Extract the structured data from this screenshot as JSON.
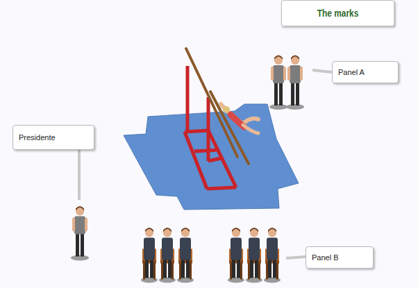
{
  "diagram": {
    "nodes": [
      {
        "text": [
          "The marks"
        ]
      },
      {
        "text": [
          "Panel A"
        ]
      },
      {
        "text": [
          "Presidente"
        ]
      },
      {
        "text": [
          "Panel B"
        ]
      }
    ]
  }
}
